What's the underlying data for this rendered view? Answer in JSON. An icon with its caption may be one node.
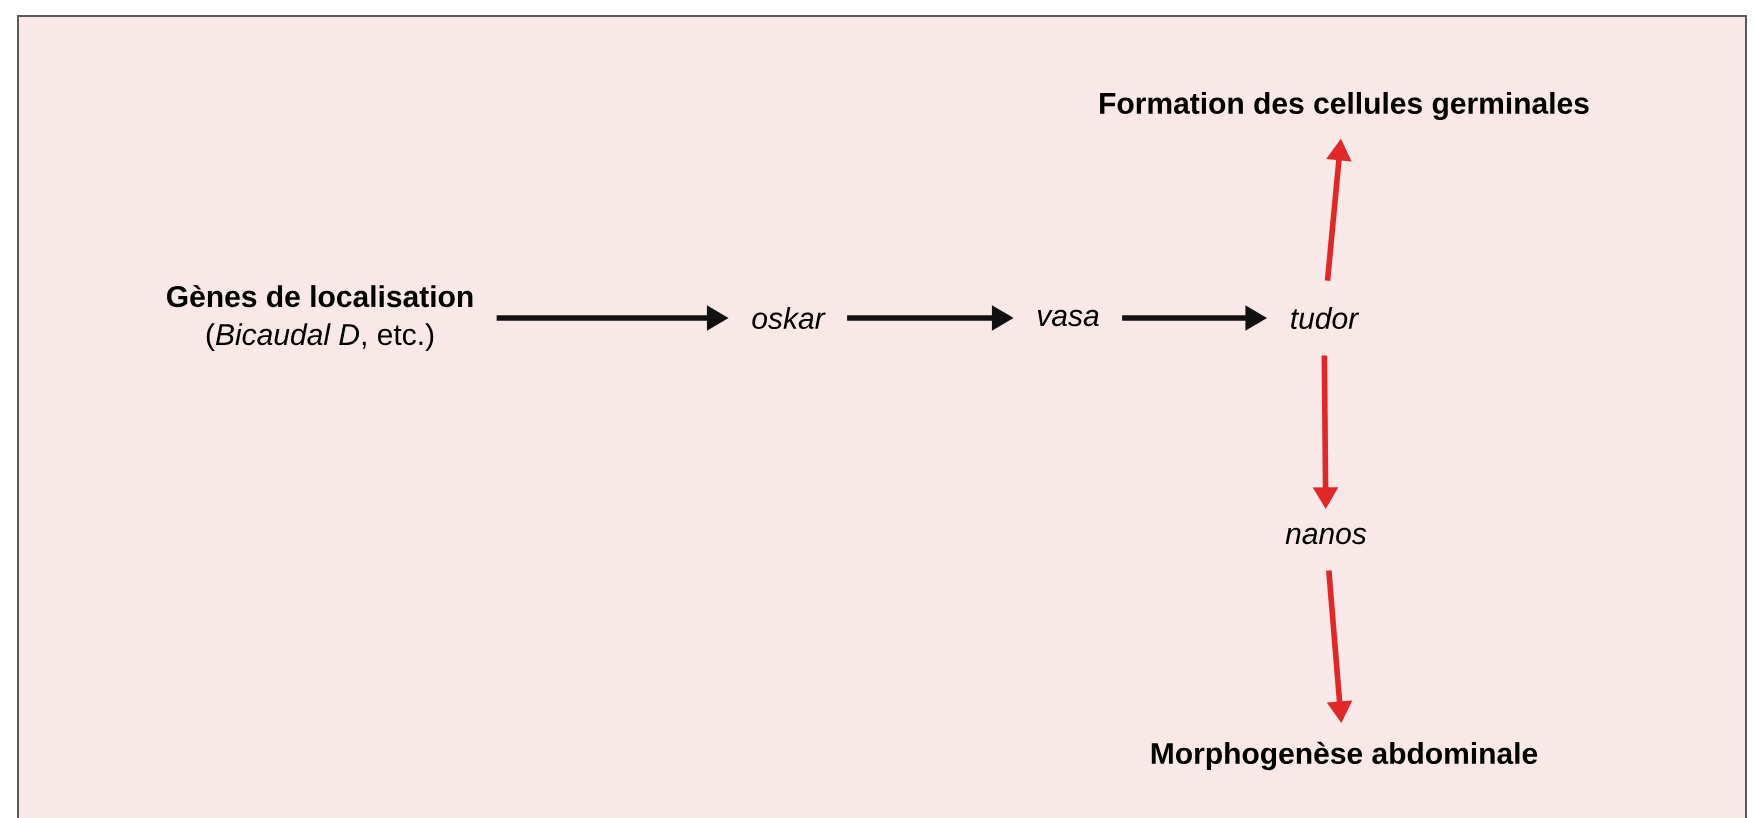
{
  "diagram": {
    "nodes": [
      {
        "text": [
          "Gènes de localisation",
          "(*Bicaudal D*, etc.)"
        ]
      },
      {
        "text": [
          "oskar"
        ]
      },
      {
        "text": [
          "vasa"
        ]
      },
      {
        "text": [
          "tudor"
        ]
      },
      {
        "text": [
          "Formation des cellules germinales"
        ]
      },
      {
        "text": [
          "nanos"
        ]
      },
      {
        "text": [
          "Morphogenèse abdominale"
        ]
      }
    ],
    "edges": [
      {
        "from": 0,
        "to": 1,
        "arrow": "to"
      },
      {
        "from": 1,
        "to": 2,
        "arrow": "to"
      },
      {
        "from": 2,
        "to": 3,
        "arrow": "to"
      },
      {
        "from": 3,
        "to": 4,
        "arrow": "to",
        "color": "#e02828"
      },
      {
        "from": 3,
        "to": 5,
        "arrow": "to",
        "color": "#e02828"
      },
      {
        "from": 5,
        "to": 6,
        "arrow": "to",
        "color": "#e02828"
      }
    ]
  }
}
